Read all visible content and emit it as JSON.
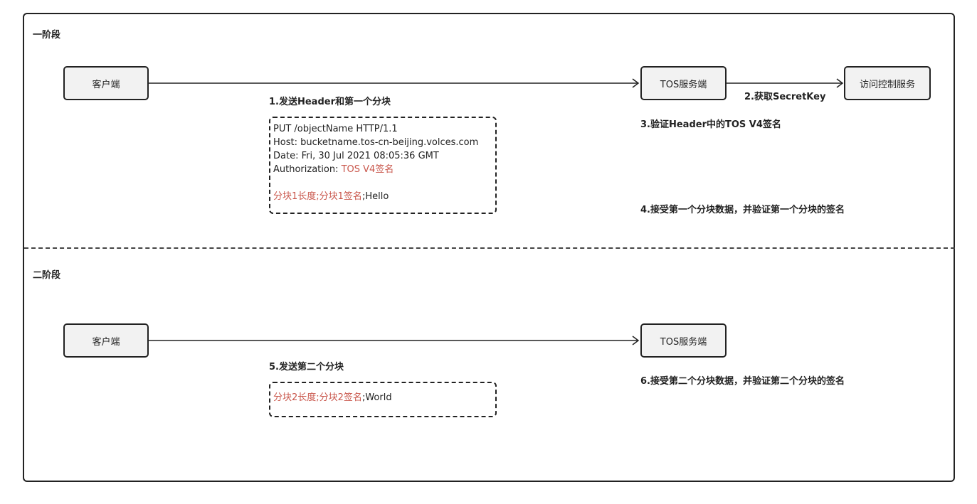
{
  "stage1": {
    "title": "一阶段",
    "client": "客户端",
    "server": "TOS服务端",
    "access_control": "访问控制服务",
    "step1": "1.发送Header和第一个分块",
    "step2": "2.获取SecretKey",
    "step3": "3.验证Header中的TOS V4签名",
    "step4": "4.接受第一个分块数据，并验证第一个分块的签名",
    "request": {
      "line1": "PUT /objectName HTTP/1.1",
      "line2": "Host: bucketname.tos-cn-beijing.volces.com",
      "line3": "Date: Fri, 30 Jul 2021 08:05:36 GMT",
      "auth_label": "Authorization: ",
      "auth_value": "TOS V4签名",
      "chunk_meta": "分块1长度;分块1签名",
      "chunk_data": ";Hello"
    }
  },
  "stage2": {
    "title": "二阶段",
    "client": "客户端",
    "server": "TOS服务端",
    "step5": "5.发送第二个分块",
    "step6": "6.接受第二个分块数据，并验证第二个分块的签名",
    "chunk_meta": "分块2长度;分块2签名",
    "chunk_data": ";World"
  },
  "colors": {
    "highlight": "#c9564b",
    "box_fill": "#f2f2f2",
    "stroke": "#222222"
  }
}
